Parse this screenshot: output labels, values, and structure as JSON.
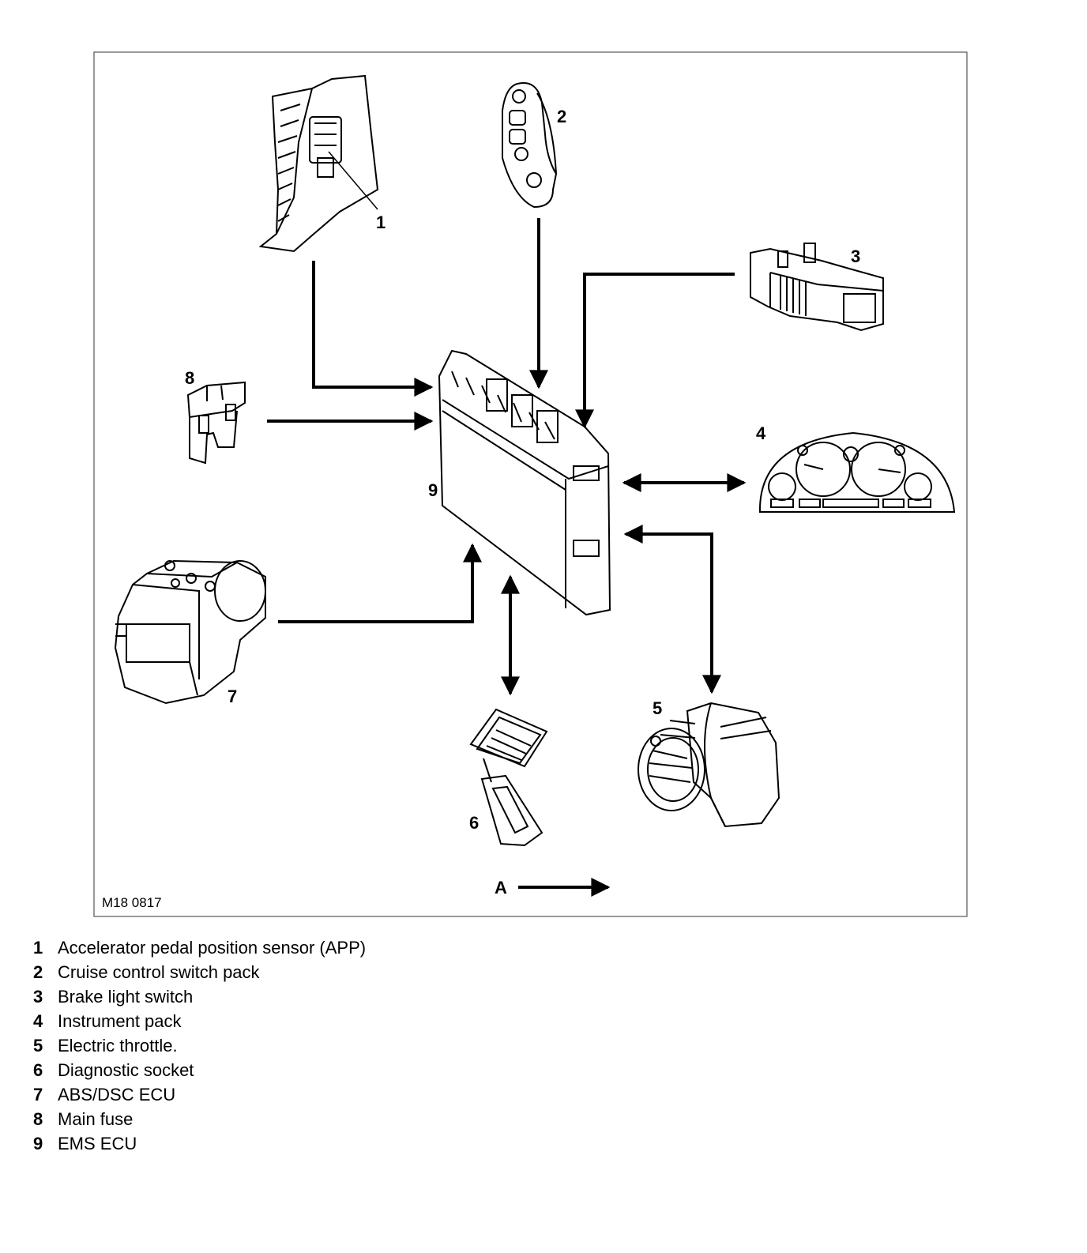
{
  "figure": {
    "reference": "M18 0817",
    "direction_label": "A"
  },
  "callouts": [
    "1",
    "2",
    "3",
    "4",
    "5",
    "6",
    "7",
    "8",
    "9"
  ],
  "legend": [
    {
      "num": "1",
      "text": "Accelerator pedal position sensor (APP)"
    },
    {
      "num": "2",
      "text": "Cruise control switch pack"
    },
    {
      "num": "3",
      "text": "Brake light switch"
    },
    {
      "num": "4",
      "text": "Instrument pack"
    },
    {
      "num": "5",
      "text": "Electric throttle."
    },
    {
      "num": "6",
      "text": "Diagnostic socket"
    },
    {
      "num": "7",
      "text": "ABS/DSC ECU"
    },
    {
      "num": "8",
      "text": "Main fuse"
    },
    {
      "num": "9",
      "text": "EMS ECU"
    }
  ],
  "colors": {
    "line": "#000000",
    "background": "#ffffff"
  }
}
